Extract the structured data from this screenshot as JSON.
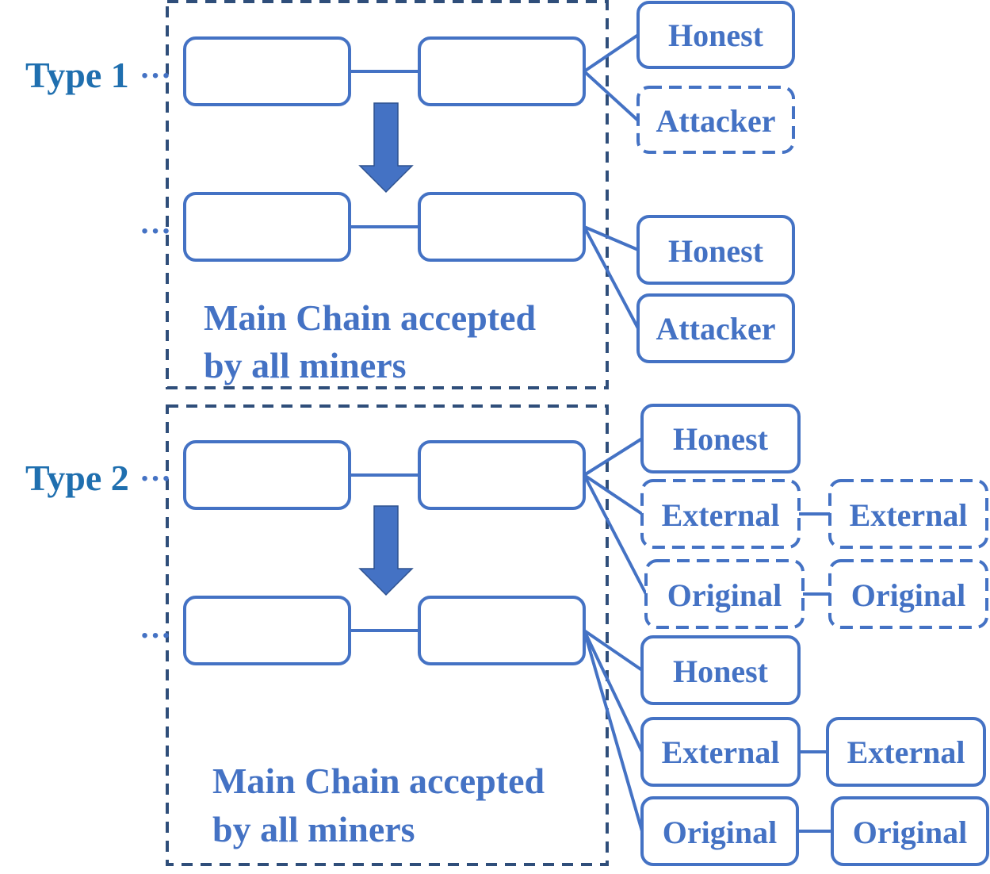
{
  "type1": {
    "title": "Type 1",
    "ellipsis": "…",
    "caption_line1": "Main Chain accepted",
    "caption_line2": "by all miners",
    "fork_a": {
      "honest": "Honest",
      "attacker": "Attacker"
    },
    "fork_b": {
      "honest": "Honest",
      "attacker": "Attacker"
    }
  },
  "type2": {
    "title": "Type 2",
    "ellipsis": "…",
    "caption_line1": "Main Chain accepted",
    "caption_line2": "by all miners",
    "fork_a": {
      "honest": "Honest",
      "external": "External",
      "external_next": "External",
      "original": "Original",
      "original_next": "Original"
    },
    "fork_b": {
      "honest": "Honest",
      "external": "External",
      "external_next": "External",
      "original": "Original",
      "original_next": "Original"
    }
  },
  "colors": {
    "accent": "#4472C4",
    "frame": "#2F4E7A",
    "type_label": "#1F6FAF"
  }
}
